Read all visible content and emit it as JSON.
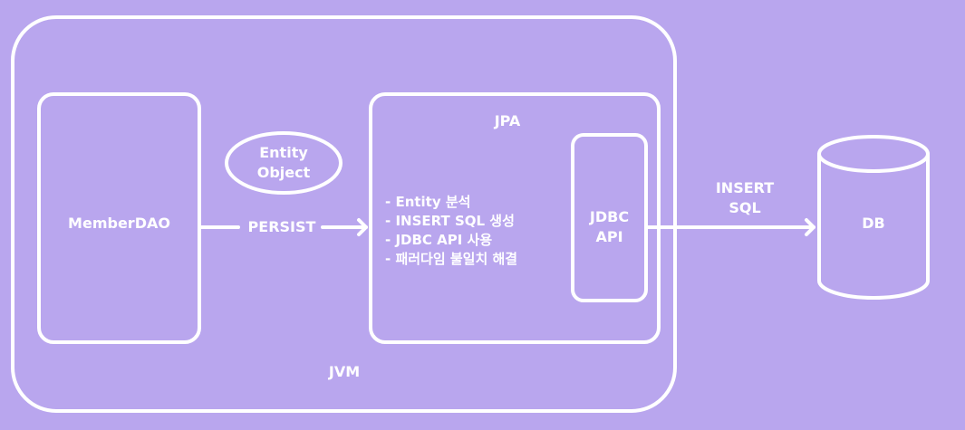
{
  "jvm": {
    "label": "JVM"
  },
  "member_dao": {
    "label": "MemberDAO"
  },
  "entity_object": {
    "line1": "Entity",
    "line2": "Object"
  },
  "persist_arrow": {
    "label": "PERSIST"
  },
  "jpa": {
    "label": "JPA",
    "tasks": [
      "- Entity 분석",
      "- INSERT SQL 생성",
      "- JDBC API 사용",
      "- 패러다임 불일치 해결"
    ]
  },
  "jdbc_api": {
    "line1": "JDBC",
    "line2": "API"
  },
  "insert_sql_arrow": {
    "line1": "INSERT",
    "line2": "SQL"
  },
  "db": {
    "label": "DB"
  },
  "colors": {
    "background": "#b9a6ee",
    "stroke": "#ffffff"
  }
}
